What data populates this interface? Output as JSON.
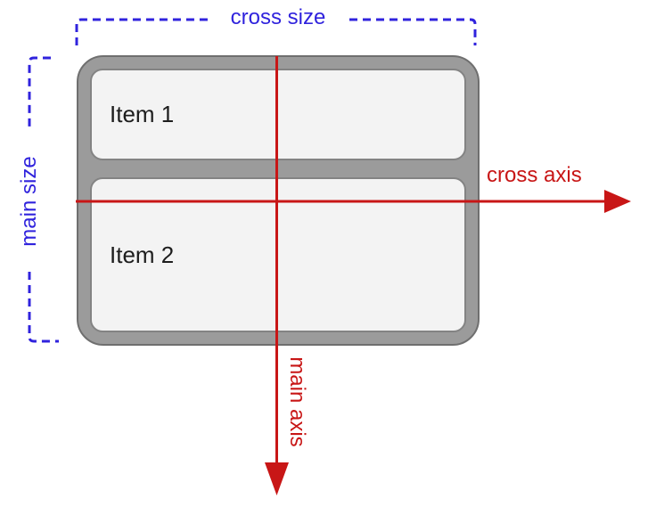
{
  "diagram": {
    "container": {
      "items": [
        {
          "label": "Item 1"
        },
        {
          "label": "Item 2"
        }
      ]
    },
    "annotations": {
      "cross_size_label": "cross size",
      "main_size_label": "main size",
      "cross_axis_label": "cross axis",
      "main_axis_label": "main axis"
    },
    "icons": {
      "cross_axis_arrow": "arrow-right",
      "main_axis_arrow": "arrow-down"
    },
    "colors": {
      "measure_blue": "#3023dd",
      "axis_red": "#c81616",
      "container_fill": "#9b9b9b",
      "container_stroke": "#6f6f6f",
      "item_fill": "#f3f3f3",
      "item_stroke": "#838383",
      "item_text": "#1d1d1d"
    }
  }
}
